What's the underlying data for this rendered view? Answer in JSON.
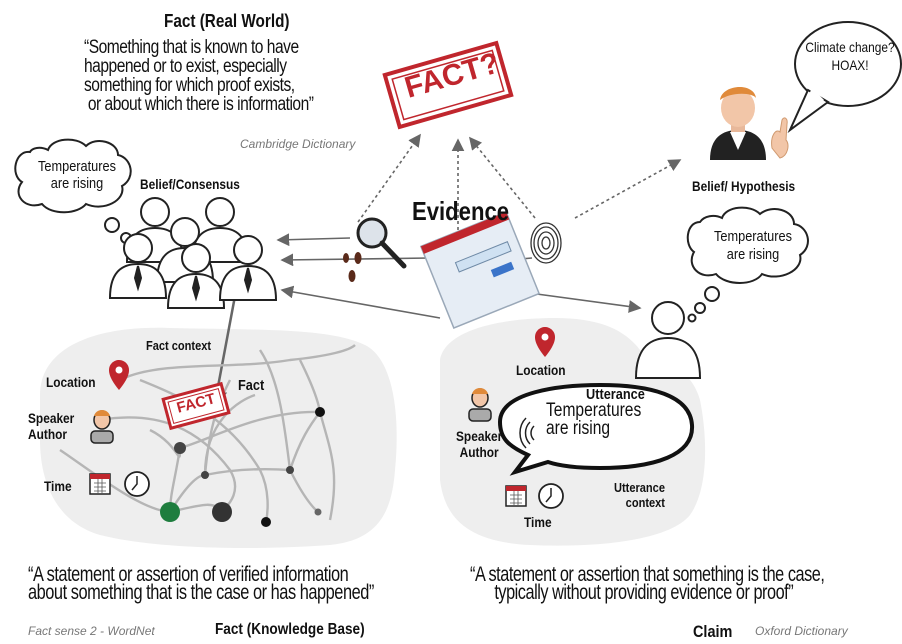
{
  "fact_real_world": {
    "title": "Fact (Real World)",
    "quote": "“Something that is known to have\nhappened or to exist, especially\nsomething for which proof exists,\n or about which there is information”",
    "source": "Cambridge Dictionary"
  },
  "stamp_top": "FACT?",
  "thought_left": "Temperatures\nare rising",
  "belief_consensus": "Belief/Consensus",
  "evidence": "Evidence",
  "speech_right": "Climate change?\nHOAX!",
  "belief_hypothesis": "Belief/ Hypothesis",
  "thought_right": "Temperatures\nare rising",
  "fact_context": {
    "title": "Fact context",
    "location": "Location",
    "speaker": "Speaker\nAuthor",
    "time": "Time",
    "fact_label": "Fact",
    "stamp": "FACT"
  },
  "utterance_context": {
    "location": "Location",
    "utterance_label": "Utterance",
    "utterance_text": "Temperatures\nare rising",
    "speaker": "Speaker\nAuthor",
    "time": "Time",
    "context_label": "Utterance\ncontext"
  },
  "fact_kb": {
    "quote": "“A statement or assertion of verified information\nabout something that is the case or has happened”",
    "source": "Fact sense 2 - WordNet",
    "title": "Fact (Knowledge Base)"
  },
  "claim": {
    "quote": "“A statement or assertion that something is the case,\n      typically without providing evidence or proof”",
    "title": "Claim",
    "source": "Oxford Dictionary"
  },
  "colors": {
    "stamp_red": "#c0262d",
    "node_green": "#1e7d3e",
    "blob_gray": "#eeeeee"
  }
}
